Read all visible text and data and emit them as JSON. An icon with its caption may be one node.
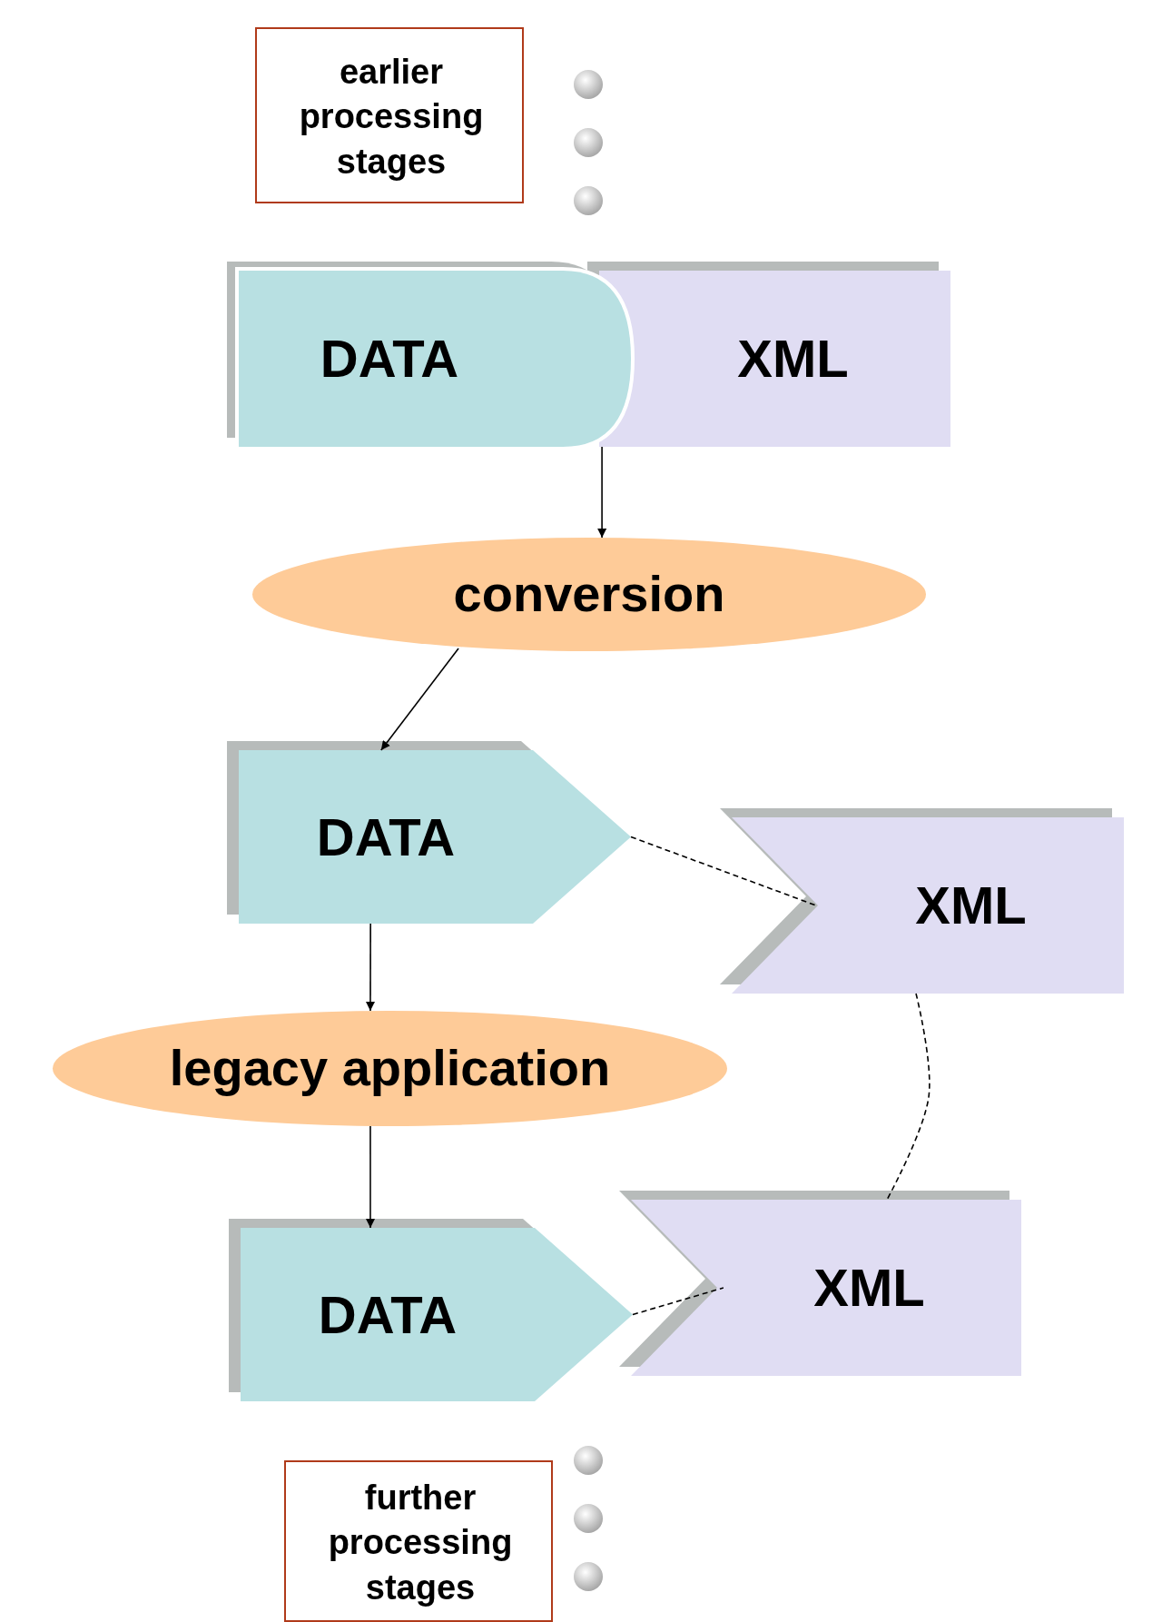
{
  "diagram": {
    "nodes": [
      {
        "text": [
          "earlier processing stages"
        ]
      },
      {
        "text": [
          "DATA"
        ]
      },
      {
        "text": [
          "XML"
        ]
      },
      {
        "text": [
          "conversion"
        ]
      },
      {
        "text": [
          "DATA"
        ]
      },
      {
        "text": [
          "XML"
        ]
      },
      {
        "text": [
          "legacy application"
        ]
      },
      {
        "text": [
          "DATA"
        ]
      },
      {
        "text": [
          "XML"
        ]
      },
      {
        "text": [
          "further processing stages"
        ]
      }
    ],
    "edges": [
      {
        "from": 2,
        "to": 3,
        "arrow": "to"
      },
      {
        "from": 3,
        "to": 4,
        "arrow": "to"
      },
      {
        "from": 4,
        "to": 5,
        "arrow": "none",
        "style": "dashed"
      },
      {
        "from": 4,
        "to": 6,
        "arrow": "to"
      },
      {
        "from": 6,
        "to": 7,
        "arrow": "to"
      },
      {
        "from": 7,
        "to": 8,
        "arrow": "none",
        "style": "dashed"
      },
      {
        "from": 5,
        "to": 8,
        "arrow": "none",
        "style": "dashed"
      }
    ]
  }
}
